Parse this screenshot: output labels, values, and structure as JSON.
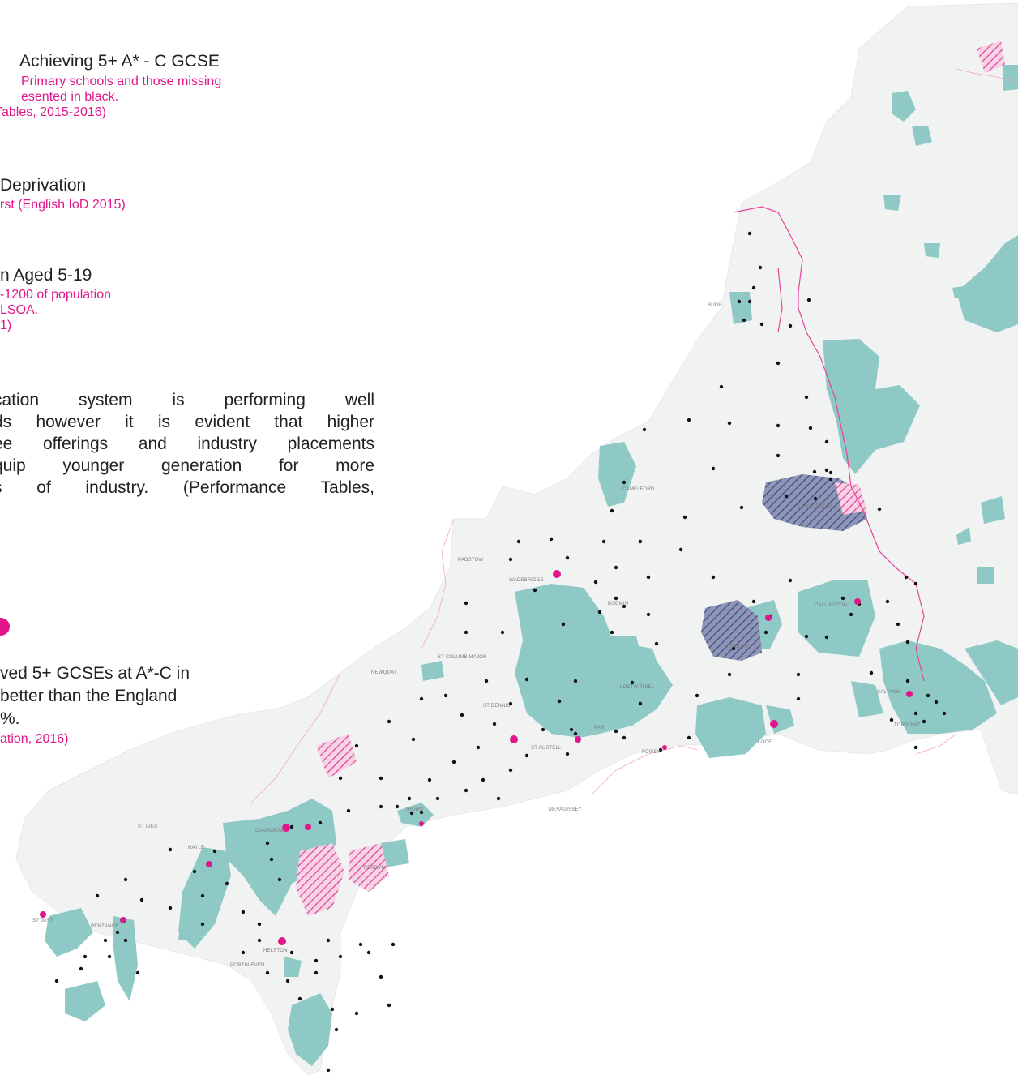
{
  "colors": {
    "land": "#f1f2f2",
    "teal": "#8ec9c6",
    "navy_hatch": "#5a6290",
    "pink": "#e0168a",
    "boundary": "#e8429a"
  },
  "legend": {
    "block1": {
      "title": "Achieving 5+ A* - C GCSE",
      "lines": [
        "Primary schools and those missing",
        "esented in black.",
        "Tables, 2015-2016)"
      ]
    },
    "block2": {
      "title": "Deprivation",
      "lines": [
        "rst (English IoD 2015)"
      ]
    },
    "block3": {
      "title": "n Aged 5-19",
      "lines": [
        "-1200 of population",
        "LSOA.",
        "1)"
      ]
    },
    "paragraph": [
      "cation system is performing well",
      "ds however it is evident that higher",
      "ee offerings and industry placements",
      "quip younger generation for more",
      "s of industry. (Performance Tables,"
    ],
    "stat": {
      "lines": [
        "ved 5+ GCSEs at A*-C in",
        "better than the England",
        "%."
      ],
      "source": "ation, 2016)"
    }
  },
  "places": [
    {
      "id": "bude",
      "label": "BUDE"
    },
    {
      "id": "camelford",
      "label": "CAMELFORD"
    },
    {
      "id": "launceston",
      "label": "LAUNCESTON"
    },
    {
      "id": "padstow",
      "label": "PADSTOW"
    },
    {
      "id": "wadebridge",
      "label": "WADEBRIDGE"
    },
    {
      "id": "bodmin",
      "label": "BODMIN"
    },
    {
      "id": "callington",
      "label": "CALLINGTON"
    },
    {
      "id": "liskeard",
      "label": "LISKEARD"
    },
    {
      "id": "stcolumb",
      "label": "ST COLUMB MAJOR"
    },
    {
      "id": "newquay",
      "label": "NEWQUAY"
    },
    {
      "id": "lostwithiel",
      "label": "LOSTWITHIEL"
    },
    {
      "id": "saltash",
      "label": "SALTASH"
    },
    {
      "id": "stdennis",
      "label": "ST DENNIS"
    },
    {
      "id": "torpoint",
      "label": "TORPOINT"
    },
    {
      "id": "par",
      "label": "PAR"
    },
    {
      "id": "staustell",
      "label": "ST AUSTELL"
    },
    {
      "id": "fowey",
      "label": "FOWEY"
    },
    {
      "id": "looe",
      "label": "LOOE"
    },
    {
      "id": "truro",
      "label": "TRURO"
    },
    {
      "id": "mevagissey",
      "label": "MEVAGISSEY"
    },
    {
      "id": "stives",
      "label": "ST IVES"
    },
    {
      "id": "camborne",
      "label": "CAMBORNE"
    },
    {
      "id": "hayle",
      "label": "HAYLE"
    },
    {
      "id": "penryn",
      "label": "PENRYN"
    },
    {
      "id": "stjust",
      "label": "ST JUST"
    },
    {
      "id": "penzance",
      "label": "PENZANCE"
    },
    {
      "id": "helston",
      "label": "HELSTON"
    },
    {
      "id": "porthleven",
      "label": "PORTHLEVEN"
    }
  ]
}
